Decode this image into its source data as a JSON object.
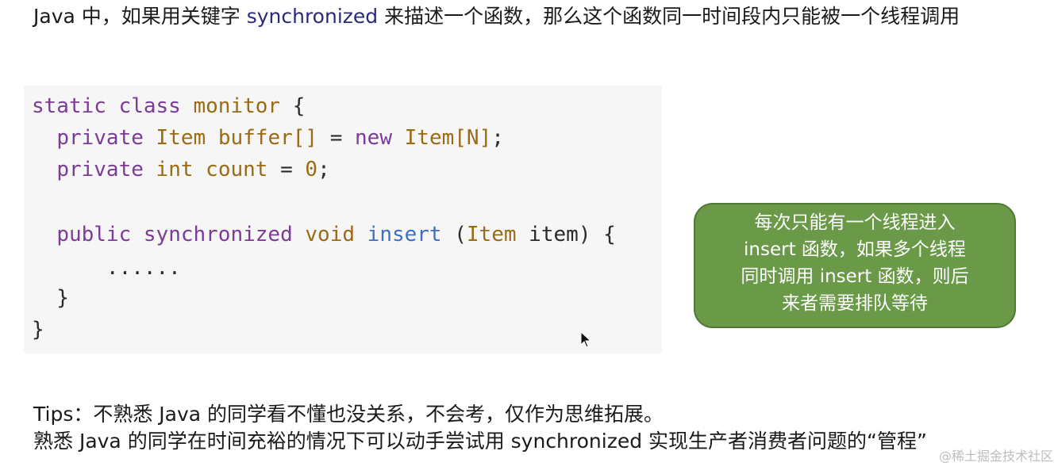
{
  "intro": {
    "part1": "Java 中，如果用关键字 ",
    "keyword": "synchronized",
    "part2": " 来描述一个函数，那么这个函数同一时间段内只能被一个线程调用"
  },
  "code": {
    "line1": {
      "kw1": "static class",
      "name": " monitor",
      "brace": " {"
    },
    "line2": {
      "indent": "  ",
      "kw": "private",
      "type": " Item",
      "field": " buffer[]",
      "op": " = ",
      "new_kw": "new",
      "type2": " Item",
      "size": "[N]",
      "end": ";"
    },
    "line3": {
      "indent": "  ",
      "kw": "private",
      "type": " int",
      "field": " count",
      "op": " = ",
      "value": "0",
      "end": ";"
    },
    "line4": {
      "indent": "  ",
      "kw": "public synchronized",
      "type": " void",
      "method": " insert",
      "args_open": " (",
      "param_type": "Item",
      "param_name": " item",
      "args_close": ")",
      "brace": " {"
    },
    "line5": {
      "text": "      ......"
    },
    "line6": {
      "text": "  }"
    },
    "line7": {
      "text": "}"
    }
  },
  "bubble": {
    "line1": "每次只能有一个线程进入",
    "line2": "insert 函数，如果多个线程",
    "line3": "同时调用 insert 函数，则后",
    "line4": "来者需要排队等待",
    "fill": "#6a9a48",
    "border": "#4f7a34"
  },
  "tips": {
    "line1": "Tips：不熟悉 Java 的同学看不懂也没关系，不会考，仅作为思维拓展。",
    "line2": "熟悉 Java 的同学在时间充裕的情况下可以动手尝试用 synchronized 实现生产者消费者问题的“管程”"
  },
  "watermark": "@稀土掘金技术社区",
  "icons": {
    "cursor": "mouse-pointer-icon"
  }
}
